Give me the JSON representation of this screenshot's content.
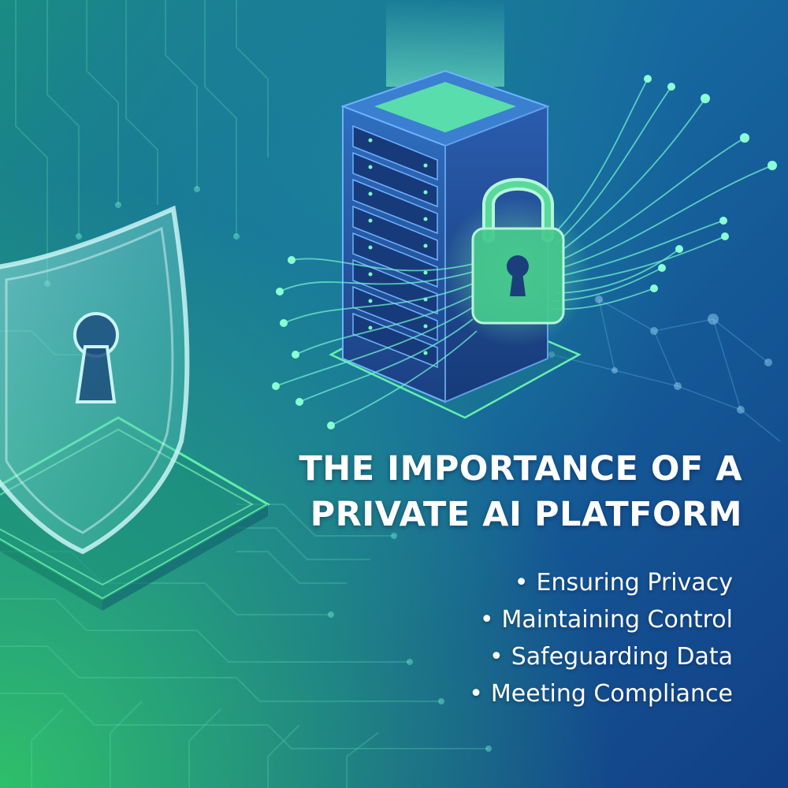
{
  "headline": {
    "line1": "THE IMPORTANCE OF A",
    "line2": "PRIVATE AI PLATFORM"
  },
  "bullet_glyph": "•",
  "bullets": [
    "Ensuring Privacy",
    "Maintaining Control",
    "Safeguarding Data",
    "Meeting Compliance"
  ],
  "colors": {
    "background_top": "#1a8c83",
    "background_bottom": "#123f86",
    "accent_green": "#4fe08a",
    "accent_cyan": "#6ff0d0",
    "server_blue": "#2a5fae",
    "text": "#ffffff"
  },
  "icons": [
    "shield-keyhole-icon",
    "server-rack-icon",
    "padlock-icon",
    "circuit-lines-icon",
    "network-nodes-icon"
  ]
}
